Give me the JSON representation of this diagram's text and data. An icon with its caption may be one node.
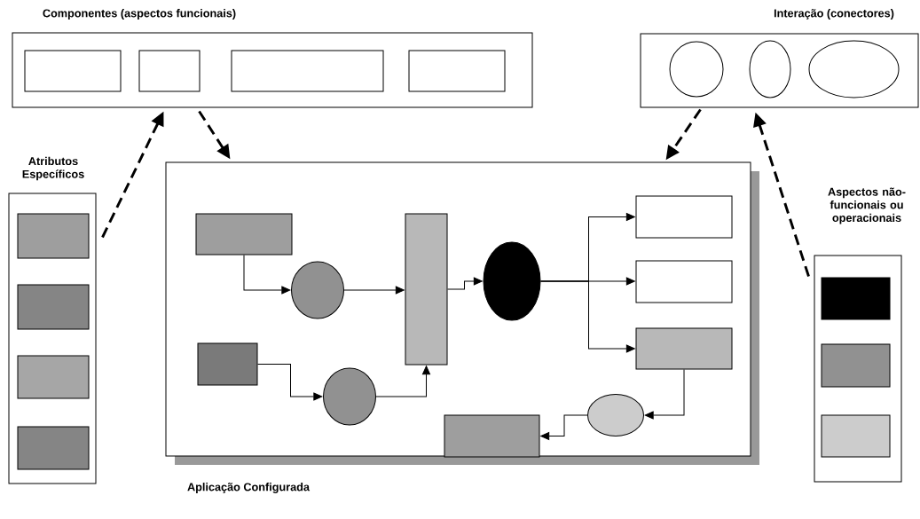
{
  "diagram": {
    "nodes": [
      {
        "text": [
          "Componentes (aspectos funcionais)"
        ]
      },
      {
        "text": [],
        "shape": "box",
        "in": 0
      },
      {
        "text": [],
        "shape": "box",
        "in": 0
      },
      {
        "text": [],
        "shape": "box",
        "in": 0
      },
      {
        "text": [],
        "shape": "box",
        "in": 0
      },
      {
        "text": [
          "Interação (conectores)"
        ]
      },
      {
        "text": [],
        "shape": "circle",
        "in": 5
      },
      {
        "text": [],
        "shape": "ellipse",
        "in": 5
      },
      {
        "text": [],
        "shape": "ellipse",
        "in": 5
      },
      {
        "text": [
          "Atributos Específicos"
        ]
      },
      {
        "text": [],
        "shape": "box",
        "in": 9
      },
      {
        "text": [],
        "shape": "box",
        "in": 9
      },
      {
        "text": [],
        "shape": "box",
        "in": 9
      },
      {
        "text": [],
        "shape": "box",
        "in": 9
      },
      {
        "text": [
          "Aspectos não-funcionais ou operacionais"
        ]
      },
      {
        "text": [],
        "shape": "box",
        "in": 14
      },
      {
        "text": [],
        "shape": "box",
        "in": 14
      },
      {
        "text": [],
        "shape": "box",
        "in": 14
      },
      {
        "text": [
          "Aplicação Configurada"
        ]
      },
      {
        "text": [],
        "shape": "box",
        "in": 18
      },
      {
        "text": [],
        "shape": "circle",
        "in": 18
      },
      {
        "text": [],
        "shape": "bar",
        "in": 18
      },
      {
        "text": [],
        "shape": "ellipse",
        "in": 18
      },
      {
        "text": [],
        "shape": "box",
        "in": 18
      },
      {
        "text": [],
        "shape": "box",
        "in": 18
      },
      {
        "text": [],
        "shape": "box",
        "in": 18
      },
      {
        "text": [],
        "shape": "box",
        "in": 18
      },
      {
        "text": [],
        "shape": "circle",
        "in": 18
      },
      {
        "text": [],
        "shape": "ellipse",
        "in": 18
      },
      {
        "text": [],
        "shape": "box",
        "in": 18
      }
    ],
    "edges": [
      {
        "from": 19,
        "to": 20,
        "arrow": "to"
      },
      {
        "from": 20,
        "to": 21,
        "arrow": "to"
      },
      {
        "from": 21,
        "to": 22,
        "arrow": "to"
      },
      {
        "from": 22,
        "to": 23,
        "arrow": "to"
      },
      {
        "from": 22,
        "to": 24,
        "arrow": "to"
      },
      {
        "from": 22,
        "to": 25,
        "arrow": "to"
      },
      {
        "from": 26,
        "to": 27,
        "arrow": "to"
      },
      {
        "from": 27,
        "to": 21,
        "arrow": "to"
      },
      {
        "from": 25,
        "to": 28,
        "arrow": "to"
      },
      {
        "from": 28,
        "to": 29,
        "arrow": "to"
      },
      {
        "from": 9,
        "to": 0,
        "arrow": "to",
        "style": "dashed"
      },
      {
        "from": 0,
        "to": 18,
        "arrow": "to",
        "style": "dashed"
      },
      {
        "from": 5,
        "to": 18,
        "arrow": "to",
        "style": "dashed"
      },
      {
        "from": 14,
        "to": 5,
        "arrow": "to",
        "style": "dashed"
      }
    ]
  }
}
